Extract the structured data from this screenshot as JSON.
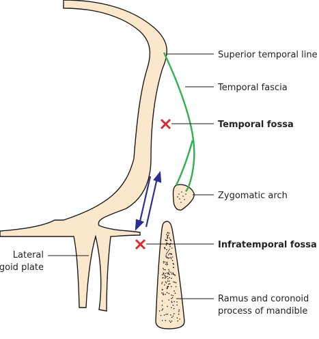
{
  "labels": {
    "superior_temporal_line": "Superior temporal line",
    "temporal_fascia": "Temporal fascia",
    "temporal_fossa": "Temporal fossa",
    "zygomatic_arch": "Zygomatic arch",
    "infratemporal_fossa": "Infratemporal fossa",
    "lateral_pterygoid_plate_line1": "Lateral",
    "lateral_pterygoid_plate_line2": "pterygoid plate",
    "ramus_line1": "Ramus and coronoid",
    "ramus_line2": "process of mandible"
  },
  "colors": {
    "bone_fill": "#fbe7cc",
    "outline": "#1a1a1a",
    "fascia": "#2bb24c",
    "arrows": "#2b2f8f",
    "cross": "#e0262e"
  }
}
